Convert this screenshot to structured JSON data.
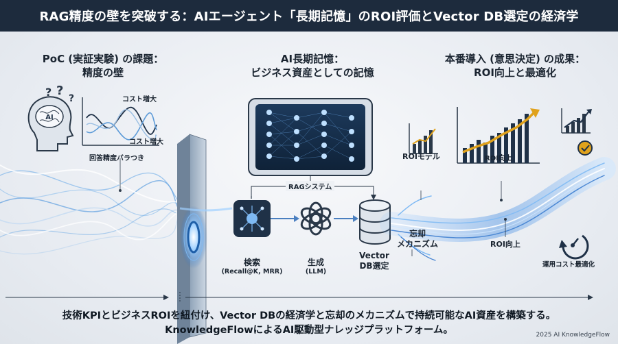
{
  "header": {
    "title": "RAG精度の壁を突破する：AIエージェント「長期記憶」のROI評価とVector DB選定の経済学"
  },
  "left": {
    "heading_line1": "PoC (実証実験) の課題：",
    "heading_line2": "精度の壁",
    "chart_label_top": "コスト増大",
    "chart_label_bottom": "コスト増大",
    "chart_caption": "回答精度バラつき",
    "head_text": "AI"
  },
  "center": {
    "heading_line1": "AI長期記憶：",
    "heading_line2": "ビジネス資産としての記憶",
    "rag_label": "RAGシステム",
    "search_label": "検索",
    "search_sub": "(Recall@K, MRR)",
    "generate_label": "生成",
    "generate_sub": "(LLM)",
    "vector_label_line1": "Vector",
    "vector_label_line2": "DB選定"
  },
  "right": {
    "heading_line1": "本番導入 (意思決定) の成果：",
    "heading_line2": "ROI向上と最適化",
    "roi_model_label": "ROIモデル",
    "roi_up_top": "ROI向上",
    "roi_up_bottom": "ROI向上",
    "forget_line1": "忘却",
    "forget_line2": "メカニズム",
    "ops_cost_label": "運用コスト最適化"
  },
  "footer": {
    "line1": "技術KPIとビジネスROIを紐付け、Vector DBの経済学と忘却のメカニズムで持続可能なAI資産を構築する。",
    "line2": "KnowledgeFlowによるAI駆動型ナレッジプラットフォーム。",
    "credit": "2025 AI KnowledgeFlow"
  },
  "colors": {
    "header_bg": "#1d2b3d",
    "accent_blue": "#3f7fd0",
    "accent_gold": "#e0a21c",
    "dark_navy": "#1f3147"
  }
}
